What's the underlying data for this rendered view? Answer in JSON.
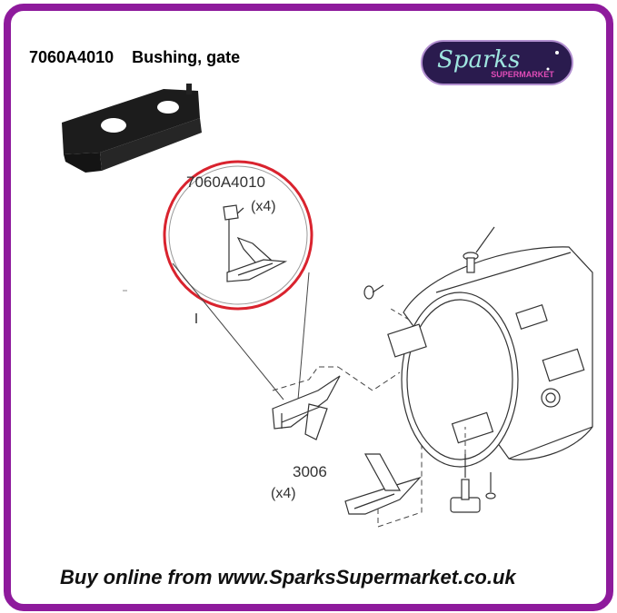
{
  "header": {
    "part_number": "7060A4010",
    "part_name": "Bushing, gate"
  },
  "logo": {
    "brand": "Sparks",
    "tagline": "SUPERMARKET"
  },
  "diagram": {
    "callout_part_number": "7060A4010",
    "callout_quantity": "(x4)",
    "secondary_part_number": "3006",
    "secondary_quantity": "(x4)",
    "highlight_color": "#d9232e"
  },
  "footer": {
    "text": "Buy online from www.SparksSupermarket.co.uk"
  },
  "colors": {
    "border": "#8e1a9c",
    "logo_bg": "#2a1b4e"
  }
}
